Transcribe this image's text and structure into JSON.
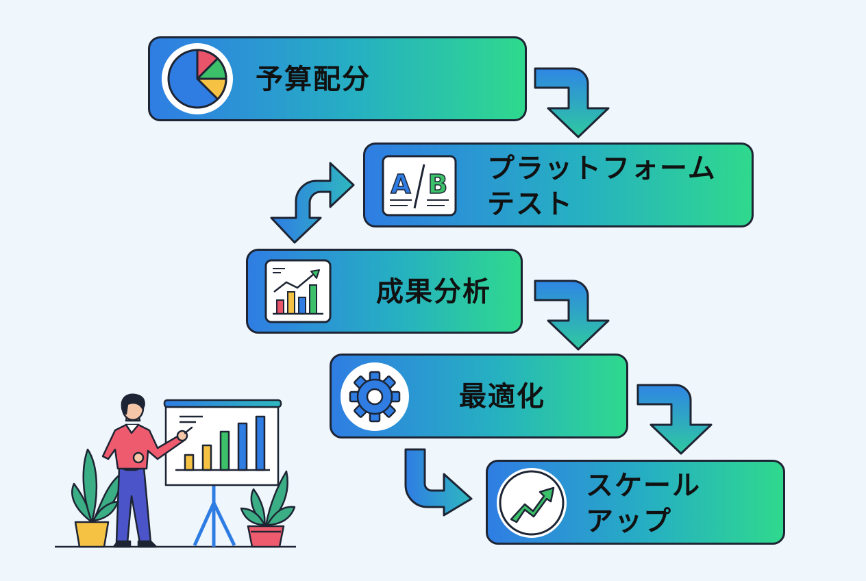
{
  "steps": [
    {
      "label_lines": [
        "予算配分"
      ],
      "icon": "pie-chart-icon"
    },
    {
      "label_lines": [
        "プラットフォーム",
        "テスト"
      ],
      "icon": "ab-test-icon"
    },
    {
      "label_lines": [
        "成果分析"
      ],
      "icon": "bar-chart-growth-icon"
    },
    {
      "label_lines": [
        "最適化"
      ],
      "icon": "gear-icon"
    },
    {
      "label_lines": [
        "スケール",
        "アップ"
      ],
      "icon": "trending-up-icon"
    }
  ],
  "ab_icon": {
    "left_letter": "A",
    "right_letter": "B"
  },
  "illustration": "presenter-with-chart",
  "colors": {
    "gradient_start": "#2f7de3",
    "gradient_end": "#2fd98d",
    "outline": "#1d2433",
    "background": "#eff6fc",
    "pie_red": "#e8556b",
    "pie_green": "#3cc06a",
    "pie_yellow": "#f5c244",
    "pie_blue": "#2f7de3"
  }
}
